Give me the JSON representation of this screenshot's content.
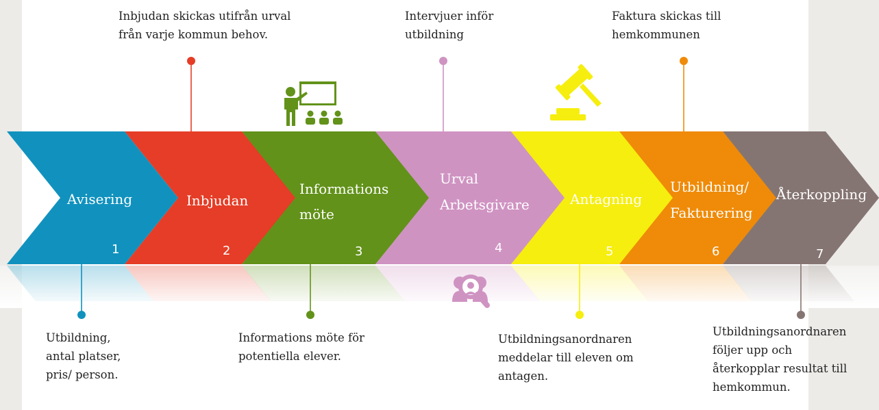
{
  "steps": [
    {
      "label_lines": [
        "Avisering"
      ],
      "number": "1",
      "color": "#1192be"
    },
    {
      "label_lines": [
        "Inbjudan"
      ],
      "number": "2",
      "color": "#e53d27"
    },
    {
      "label_lines": [
        "Informations",
        "möte"
      ],
      "number": "3",
      "color": "#62921a"
    },
    {
      "label_lines": [
        "Urval",
        "Arbetsgivare"
      ],
      "number": "4",
      "color": "#cf93c2"
    },
    {
      "label_lines": [
        "Antagning"
      ],
      "number": "5",
      "color": "#f6ee0e"
    },
    {
      "label_lines": [
        "Utbildning/",
        "Fakturering"
      ],
      "number": "6",
      "color": "#ef8b09"
    },
    {
      "label_lines": [
        "Återkoppling"
      ],
      "number": "7",
      "color": "#857572"
    }
  ],
  "notes_top": [
    {
      "step": 2,
      "text": "Inbjudan skickas utifrån urval\nfrån varje kommun behov."
    },
    {
      "step": 4,
      "text": "Intervjuer inför\nutbildning"
    },
    {
      "step": 6,
      "text": "Faktura skickas till\nhemkommunen"
    }
  ],
  "notes_bottom": [
    {
      "step": 1,
      "text": "Utbildning,\nantal platser,\npris/ person."
    },
    {
      "step": 3,
      "text": "Informations möte för\npotentiella elever."
    },
    {
      "step": 5,
      "text": "Utbildningsanordnaren\nmeddelar till eleven om\nantagen."
    },
    {
      "step": 7,
      "text": "Utbildningsanordnaren\nföljer upp och\nåterkopplar resultat till\nhemkommun."
    }
  ],
  "icons": [
    {
      "name": "teacher-presentation-icon",
      "color": "#62921a"
    },
    {
      "name": "gavel-icon",
      "color": "#f6ee0e"
    },
    {
      "name": "interview-search-icon",
      "color": "#cf93c2"
    }
  ]
}
